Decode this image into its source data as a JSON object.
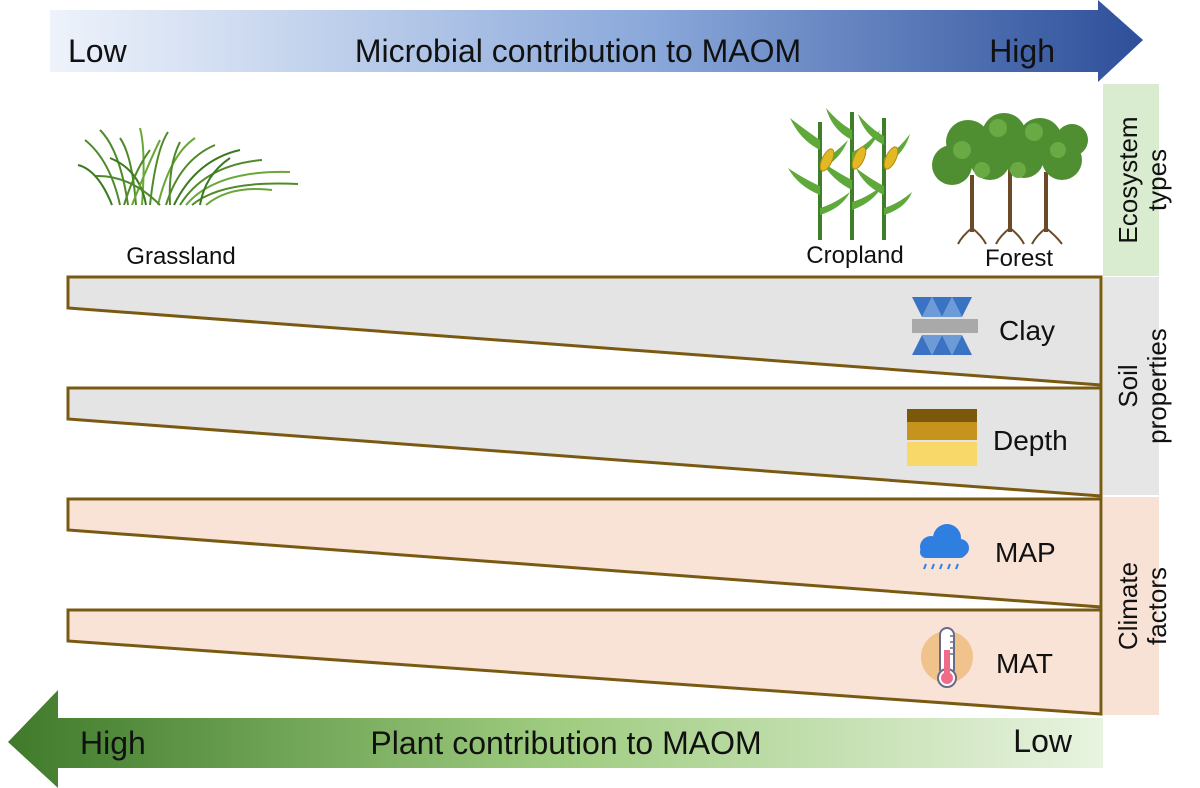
{
  "top_arrow": {
    "low": "Low",
    "title": "Microbial contribution to MAOM",
    "high": "High",
    "color_start": "#eef3fb",
    "color_end": "#2e4f9a"
  },
  "bottom_arrow": {
    "high": "High",
    "title": "Plant contribution to MAOM",
    "low": "Low",
    "color_start": "#3f7a2a",
    "color_end": "#e8f3e0"
  },
  "ecosystems": {
    "grassland": "Grassland",
    "cropland": "Cropland",
    "forest": "Forest"
  },
  "factors": [
    {
      "label": "Clay",
      "icon": "clay-icon",
      "group": "soil"
    },
    {
      "label": "Depth",
      "icon": "soil-depth-icon",
      "group": "soil"
    },
    {
      "label": "MAP",
      "icon": "rain-cloud-icon",
      "group": "climate"
    },
    {
      "label": "MAT",
      "icon": "thermometer-icon",
      "group": "climate"
    }
  ],
  "side_panels": [
    {
      "line1": "Ecosystem",
      "line2": "types",
      "color": "#d9ecd0"
    },
    {
      "line1": "Soil",
      "line2": "properties",
      "color": "#e6e6e6"
    },
    {
      "line1": "Climate",
      "line2": "factors",
      "color": "#f8e2d6"
    }
  ],
  "colors": {
    "wedge_border": "#7a5a12",
    "soil_fill": "#e4e4e4",
    "climate_fill": "#f9e2d6"
  }
}
